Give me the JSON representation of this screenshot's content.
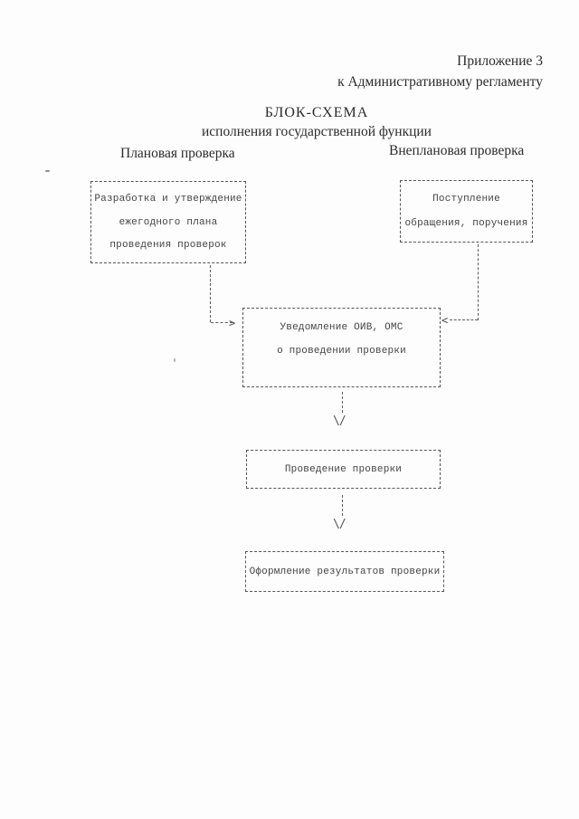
{
  "document": {
    "appendix": {
      "line1": "Приложение 3",
      "line2": "к Административному регламенту"
    },
    "title": {
      "line1": "БЛОК-СХЕМА",
      "line2": "исполнения государственной функции"
    }
  },
  "columns": {
    "planned": "Плановая проверка",
    "unplanned": "Внеплановая проверка"
  },
  "flowchart": {
    "boxes": {
      "plan": {
        "lines": [
          "Разработка и утверждение",
          "ежегодного плана",
          "проведения проверок"
        ]
      },
      "incoming": {
        "lines": [
          "Поступление",
          "обращения, поручения"
        ]
      },
      "notify": {
        "lines": [
          "Уведомление ОИВ, ОМС",
          "о проведении проверки"
        ]
      },
      "conduct": {
        "lines": [
          "Проведение проверки"
        ]
      },
      "results": {
        "lines": [
          "Оформление результатов проверки"
        ]
      }
    },
    "arrows": {
      "right": ">",
      "left": "<",
      "down": "\\/"
    }
  },
  "colors": {
    "background": "#fdfdfd",
    "ink": "#2b2b2b",
    "typewriter_ink": "#454545",
    "box_border": "#565656"
  }
}
